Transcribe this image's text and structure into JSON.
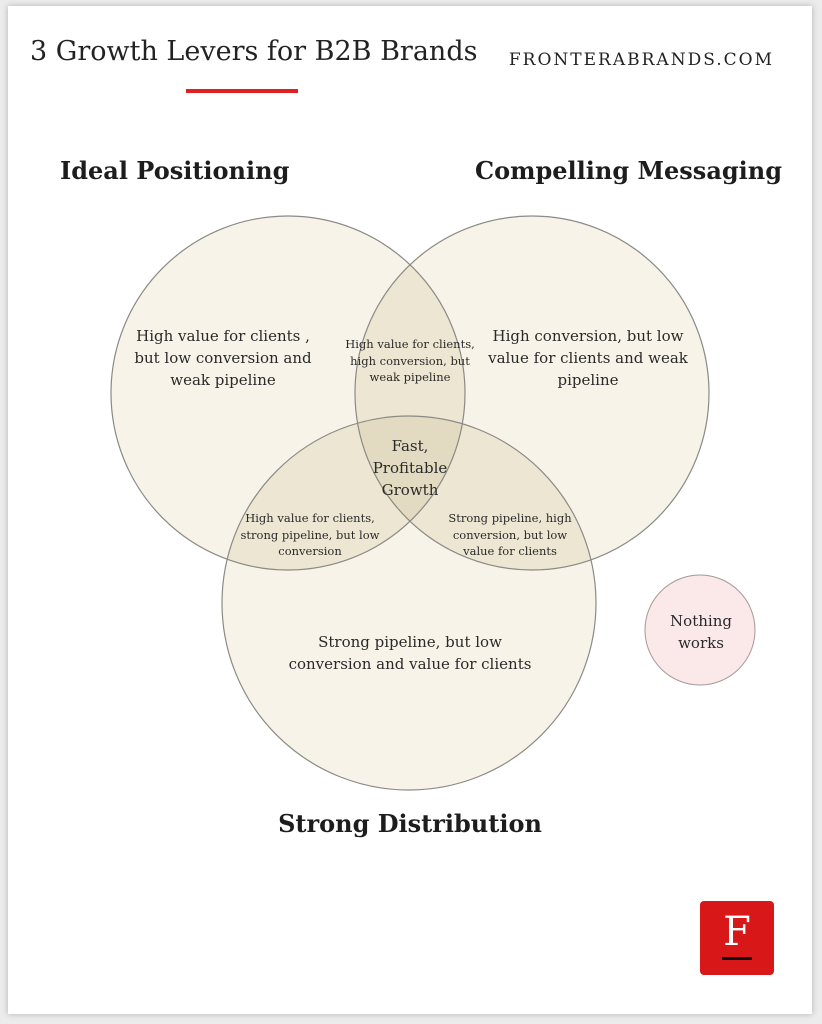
{
  "header": {
    "title": "3 Growth Levers for B2B Brands",
    "site": "FRONTERABRANDS.COM"
  },
  "headings": {
    "left": "Ideal Positioning",
    "right": "Compelling Messaging",
    "bottom": "Strong Distribution"
  },
  "regions": {
    "left_only": "High value for clients , but low conversion and weak pipeline",
    "right_only": "High conversion, but low value for clients and weak pipeline",
    "bottom_only": "Strong pipeline, but low conversion and value for clients",
    "left_right": "High value for clients, high conversion, but weak pipeline",
    "left_bottom": "High value for clients, strong pipeline, but low conversion",
    "right_bottom": "Strong pipeline, high conversion, but low value for clients",
    "all_three": "Fast, Profitable Growth",
    "none": "Nothing works"
  },
  "logo": {
    "letter": "F"
  },
  "colors": {
    "circle_fill": "#f7f3e8",
    "pair_overlap_fill": "#ece6d2",
    "center_fill": "#e2dbc1",
    "circle_stroke": "#8a8a86",
    "nothing_fill": "#fbe9ea",
    "accent_red": "#e02020",
    "logo_red": "#d81818"
  }
}
